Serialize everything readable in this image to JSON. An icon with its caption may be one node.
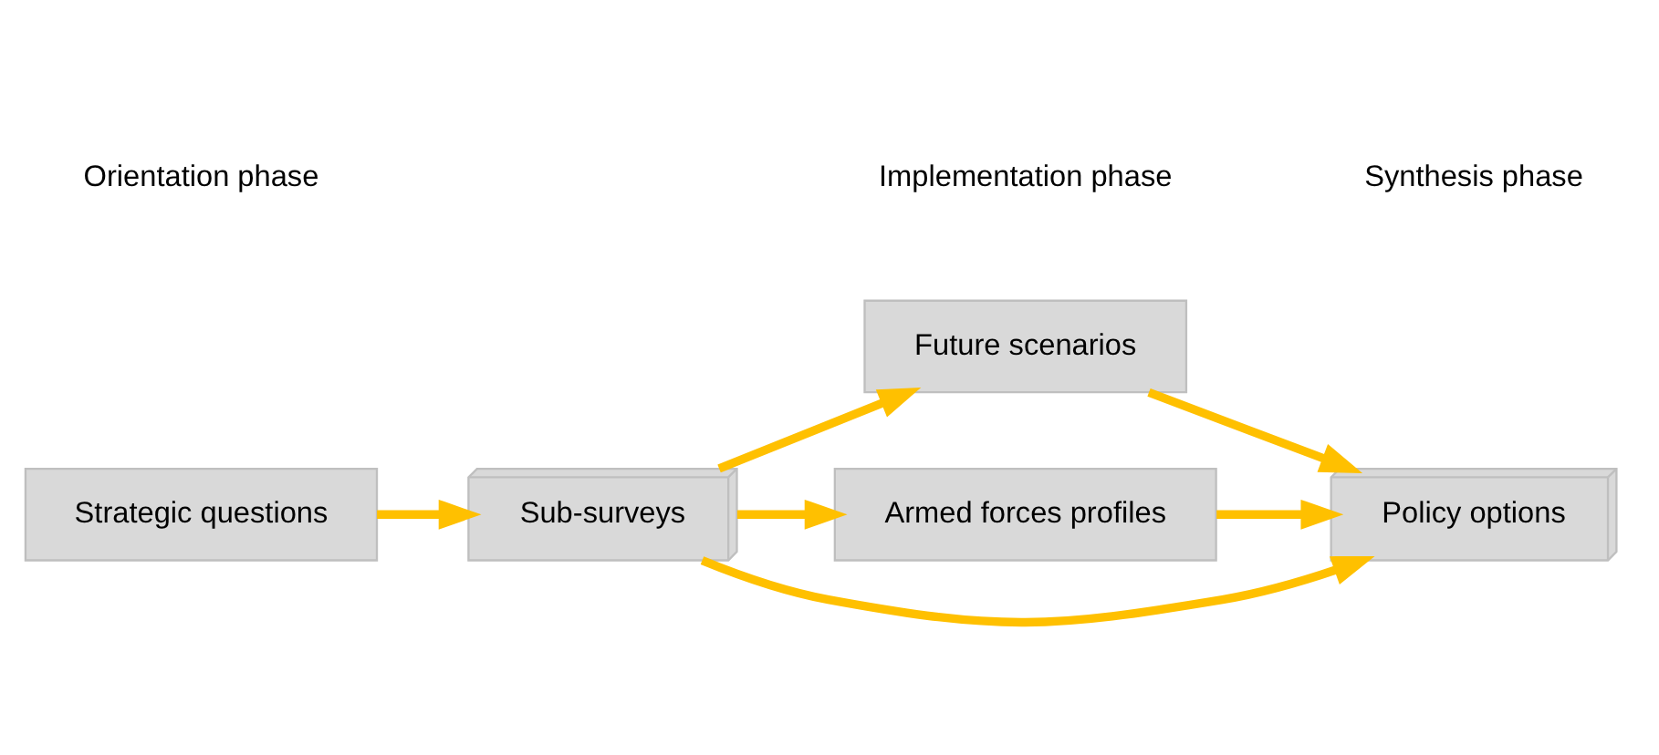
{
  "diagram": {
    "nodes": [
      {
        "text": [
          "Strategic questions"
        ]
      },
      {
        "text": [
          "Sub-surveys"
        ]
      },
      {
        "text": [
          "Future scenarios"
        ]
      },
      {
        "text": [
          "Armed forces profiles"
        ]
      },
      {
        "text": [
          "Policy options"
        ]
      }
    ],
    "edges": [
      {
        "from": 0,
        "to": 1,
        "arrow": "to"
      },
      {
        "from": 1,
        "to": 2,
        "arrow": "to"
      },
      {
        "from": 1,
        "to": 3,
        "arrow": "to"
      },
      {
        "from": 1,
        "to": 4,
        "arrow": "to"
      },
      {
        "from": 2,
        "to": 4,
        "arrow": "to"
      },
      {
        "from": 3,
        "to": 4,
        "arrow": "to"
      }
    ],
    "labels": [
      "Orientation phase",
      "Implementation phase",
      "Synthesis phase"
    ]
  }
}
